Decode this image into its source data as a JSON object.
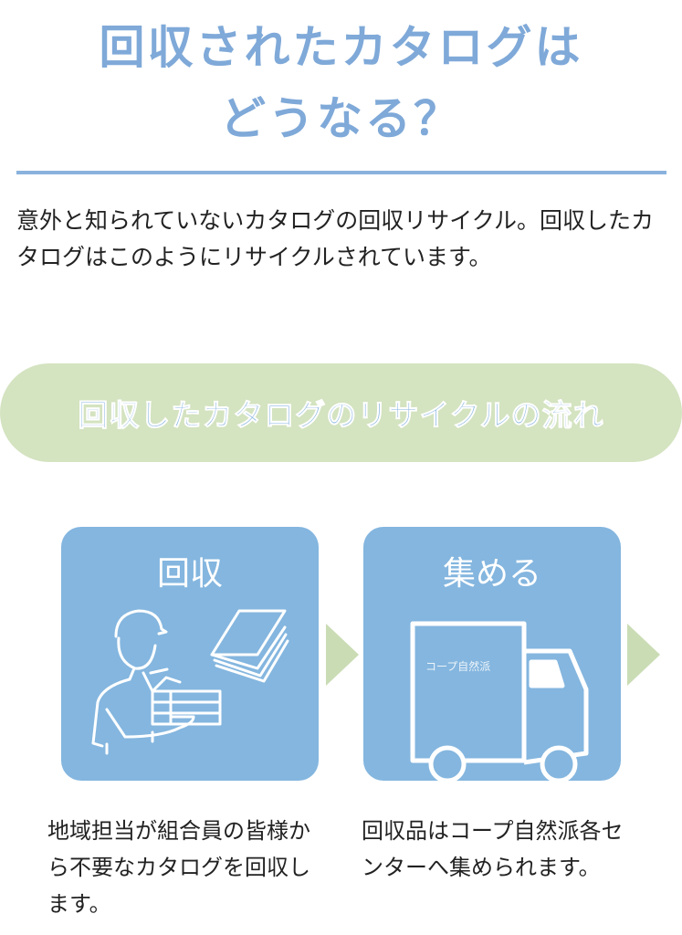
{
  "title": {
    "line1": "回収されたカタログは",
    "line2": "どうなる？"
  },
  "intro": "意外と知られていないカタログの回収リサイクル。回収したカタログはこのようにリサイクルされています。",
  "banner": "回収したカタログのリサイクルの流れ",
  "steps": [
    {
      "label": "回収",
      "caption": "地域担当が組合員の皆様から不要なカタログを回収します。"
    },
    {
      "label": "集める",
      "truck_text": "コープ自然派",
      "caption": "回収品はコープ自然派各センターへ集められます。"
    }
  ],
  "colors": {
    "title": "#7fa9d8",
    "box": "#84b6df",
    "banner": "#d4e3c0",
    "arrow": "#cadcb4"
  }
}
